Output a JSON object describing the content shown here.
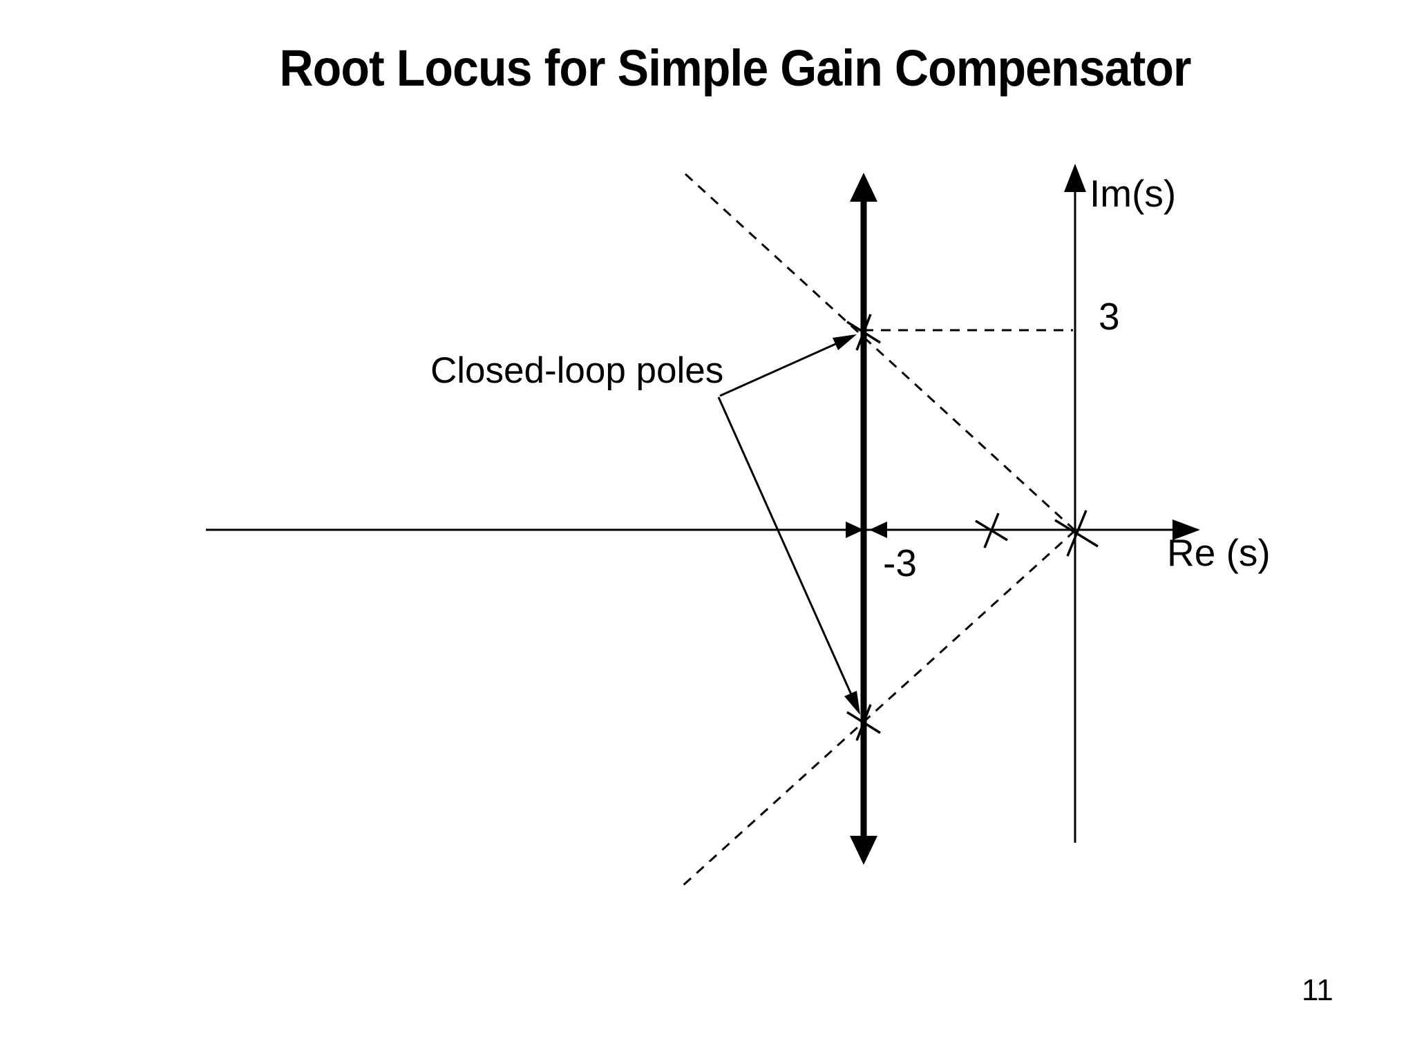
{
  "slide": {
    "title": "Root Locus for Simple Gain Compensator",
    "page_number": "11",
    "background_color": "#ffffff",
    "ink_color": "#000000"
  },
  "diagram": {
    "im_axis_label": "Im(s)",
    "re_axis_label": "Re (s)",
    "im_tick_label": "3",
    "re_tick_label": "-3",
    "poles_annotation": "Closed-loop poles"
  },
  "chart_data": {
    "type": "scatter",
    "title": "Root Locus for Simple Gain Compensator",
    "xlabel": "Re (s)",
    "ylabel": "Im(s)",
    "grid": false,
    "open_loop_poles": [
      {
        "re": 0,
        "im": 0,
        "marker": "x"
      },
      {
        "re": -1.2,
        "im": 0,
        "marker": "x",
        "note": "unlabeled pole on negative real axis"
      }
    ],
    "closed_loop_poles": [
      {
        "re": -3,
        "im": 3,
        "marker": "x"
      },
      {
        "re": -3,
        "im": -3,
        "marker": "x"
      }
    ],
    "locus_branches": [
      {
        "kind": "real-axis-segment",
        "description": "arrows converge along Re axis toward breakaway point at Re = -3"
      },
      {
        "kind": "vertical-line",
        "re": -3,
        "description": "thick vertical branch through Re = -3 with arrowheads up and down"
      }
    ],
    "dashed_guides": [
      {
        "kind": "radial",
        "from": [
          0,
          0
        ],
        "through": [
          -3,
          3
        ],
        "description": "constant damping-ratio line through upper closed-loop pole"
      },
      {
        "kind": "radial",
        "from": [
          0,
          0
        ],
        "through": [
          -3,
          -3
        ],
        "description": "constant damping-ratio line through lower closed-loop pole"
      },
      {
        "kind": "horizontal",
        "from": [
          -3,
          3
        ],
        "to": [
          0,
          3
        ],
        "description": "guide from upper pole to Im axis at 3"
      }
    ],
    "marked_values": {
      "im_axis": 3,
      "re_axis": -3
    }
  }
}
